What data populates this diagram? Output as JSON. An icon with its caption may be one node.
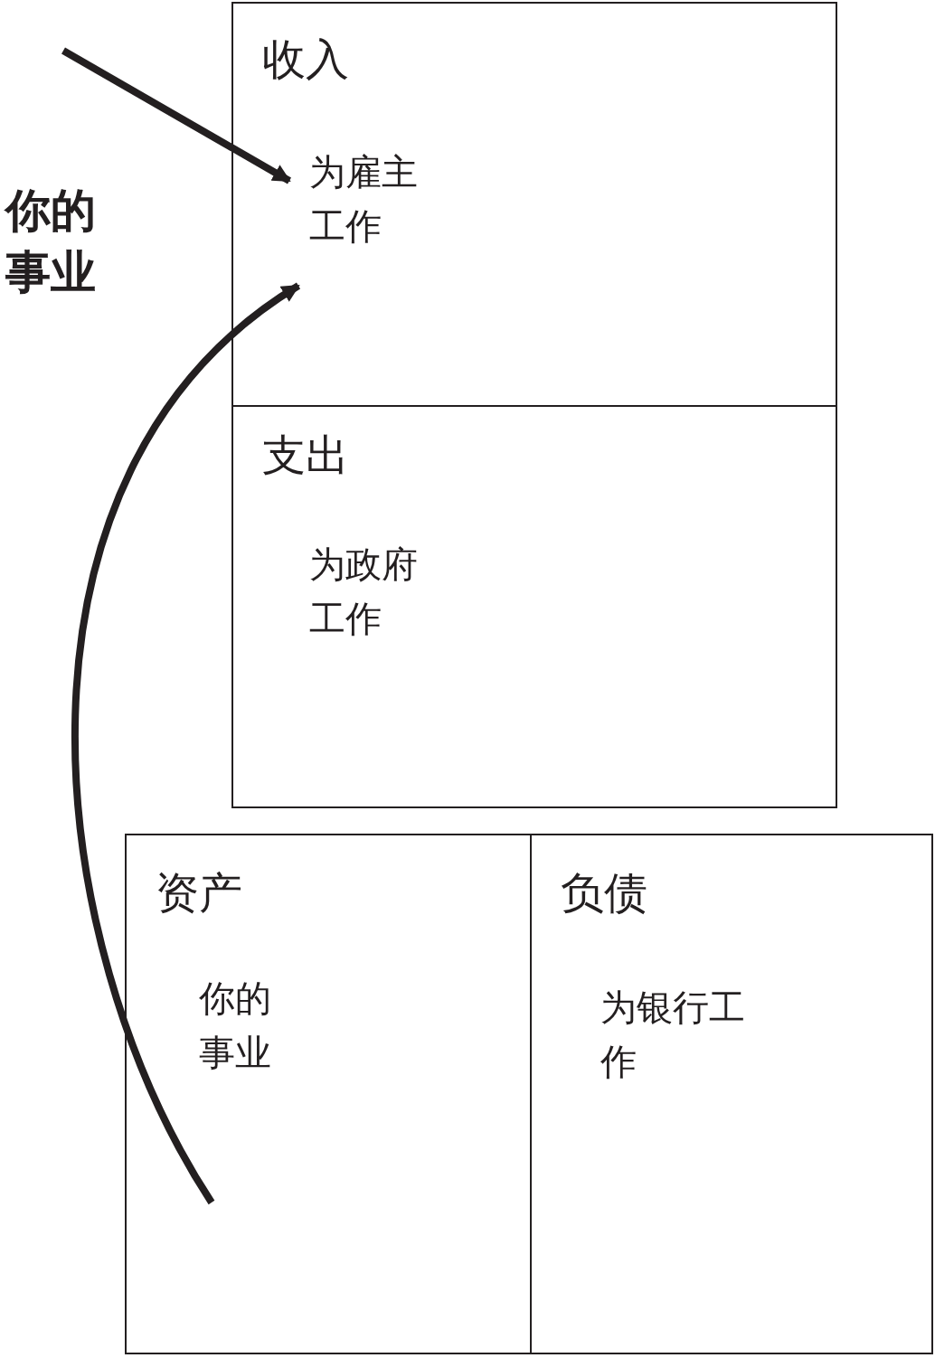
{
  "diagram": {
    "nodes": [
      {
        "text": [
          "收入",
          "为雇主工作"
        ]
      },
      {
        "text": [
          "支出",
          "为政府工作"
        ]
      },
      {
        "text": [
          "资产",
          "你的事业"
        ]
      },
      {
        "text": [
          "负债",
          "为银行工作"
        ]
      }
    ],
    "edges": [
      {
        "from": null,
        "to": 0,
        "arrow": "to"
      },
      {
        "from": 2,
        "to": 0,
        "arrow": "to"
      }
    ],
    "labels": [
      "你的事业"
    ]
  }
}
